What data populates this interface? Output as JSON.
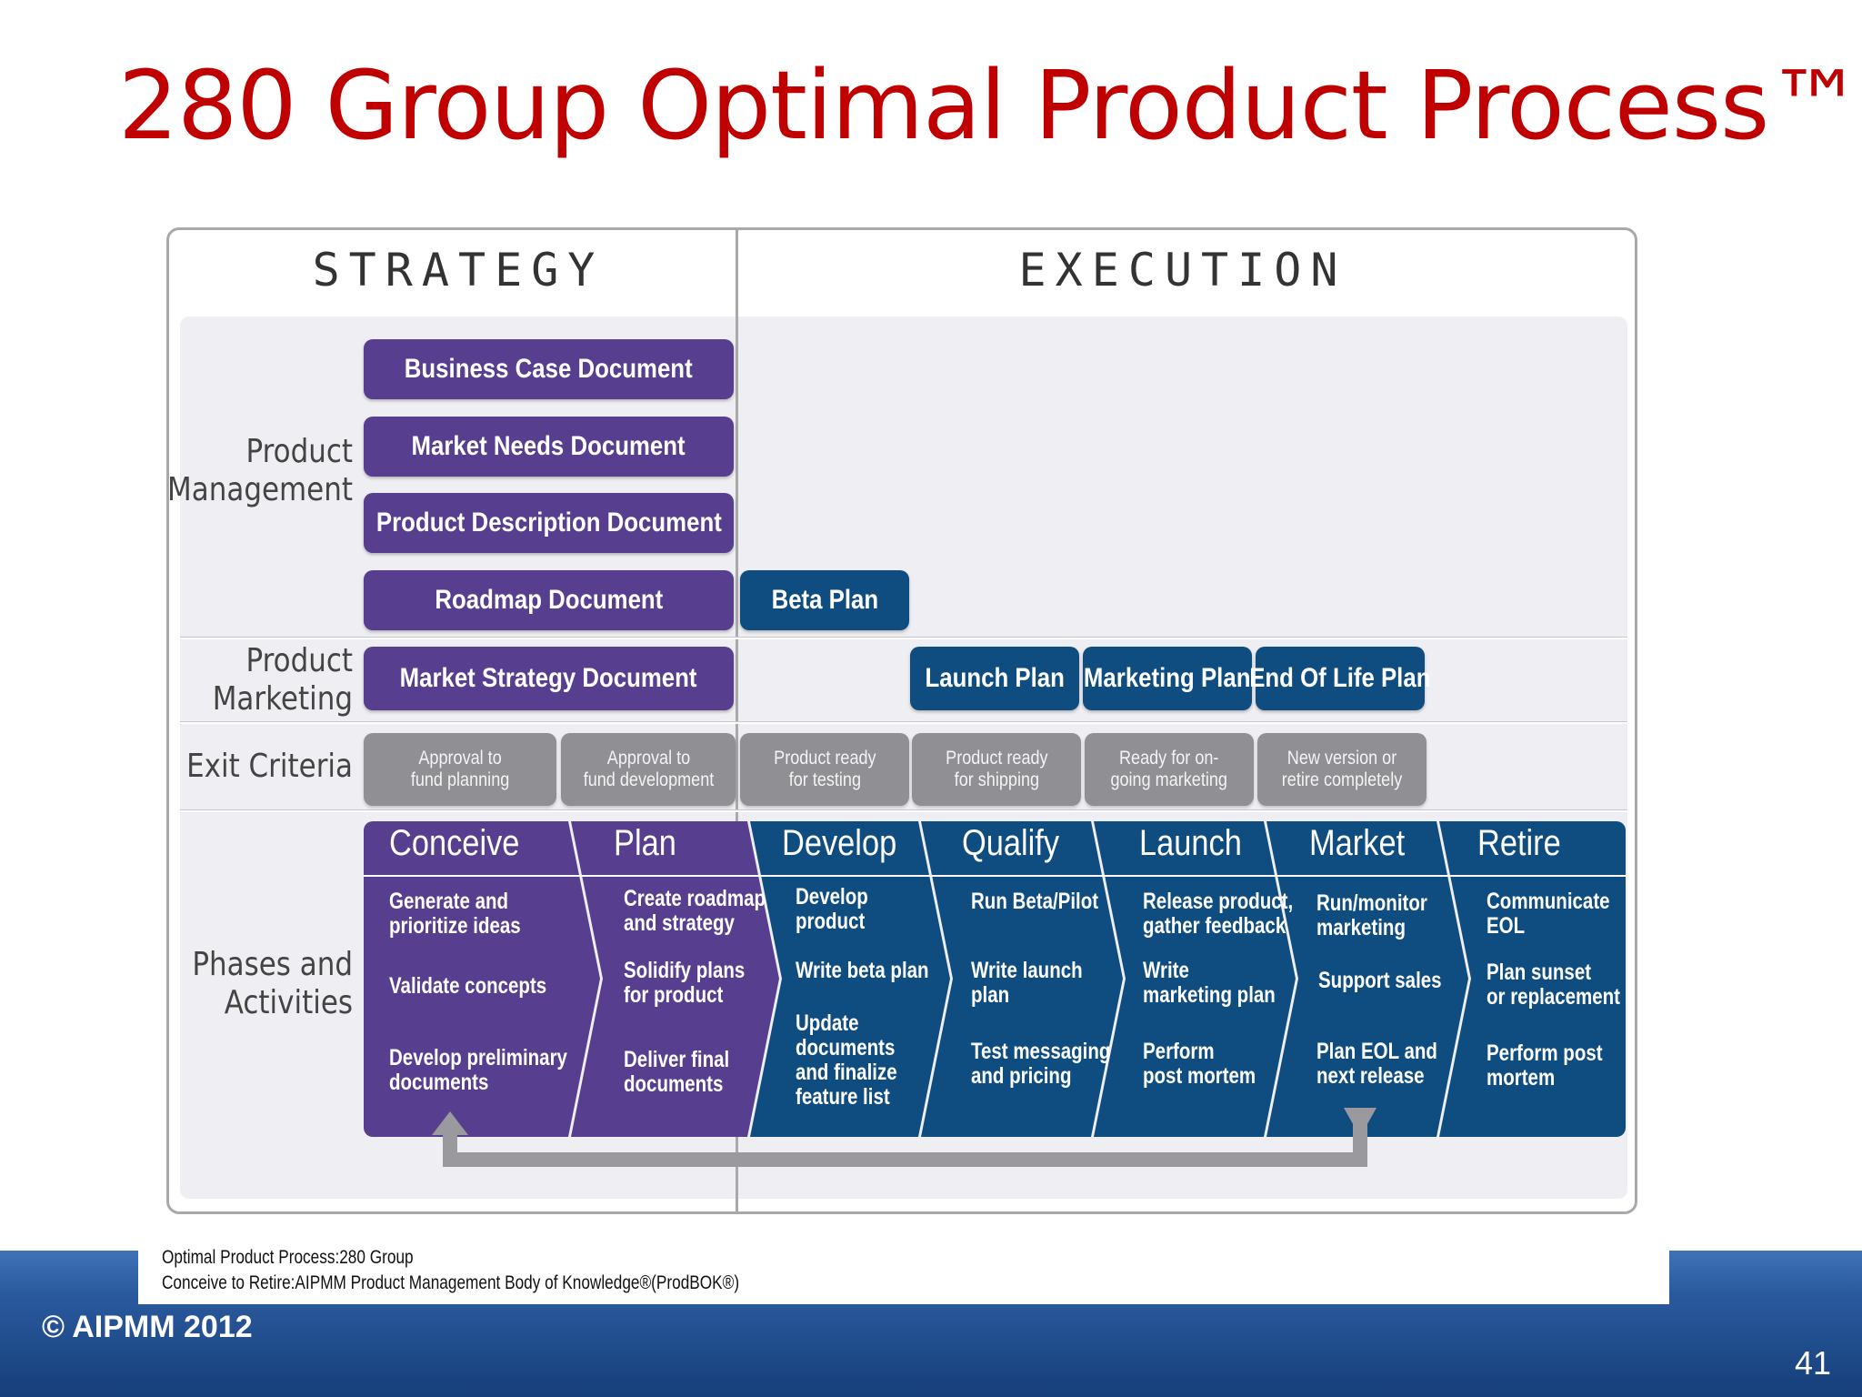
{
  "title": "280 Group Optimal Product Process™",
  "headings": {
    "strategy": "STRATEGY",
    "execution": "EXECUTION"
  },
  "row_labels": {
    "product_management": "Product\nManagement",
    "product_marketing": "Product\nMarketing",
    "exit_criteria": "Exit Criteria",
    "phases": "Phases and\nActivities"
  },
  "documents": {
    "business_case": "Business Case Document",
    "market_needs": "Market Needs Document",
    "product_description": "Product Description Document",
    "roadmap": "Roadmap Document",
    "market_strategy": "Market Strategy Document",
    "beta_plan": "Beta Plan",
    "launch_plan": "Launch Plan",
    "marketing_plan": "Marketing Plan",
    "end_of_life_plan": "End Of Life Plan"
  },
  "exit_criteria": [
    "Approval to\nfund planning",
    "Approval to\nfund development",
    "Product ready\nfor testing",
    "Product ready\nfor shipping",
    "Ready for on-\ngoing marketing",
    "New version or\nretire completely"
  ],
  "phases": [
    {
      "name": "Conceive",
      "color": "#583e8f",
      "activities": [
        "Generate and\nprioritize ideas",
        "Validate concepts",
        "Develop preliminary\ndocuments"
      ]
    },
    {
      "name": "Plan",
      "color": "#583e8f",
      "activities": [
        "Create roadmap\nand strategy",
        "Solidify plans\nfor product",
        "Deliver final\ndocuments"
      ]
    },
    {
      "name": "Develop",
      "color": "#0f4d80",
      "activities": [
        "Develop\nproduct",
        "Write beta plan",
        "Update\ndocuments\nand finalize\nfeature list"
      ]
    },
    {
      "name": "Qualify",
      "color": "#0f4d80",
      "activities": [
        "Run Beta/Pilot",
        "Write launch\nplan",
        "Test messaging\nand pricing"
      ]
    },
    {
      "name": "Launch",
      "color": "#0f4d80",
      "activities": [
        "Release product,\ngather feedback",
        "Write\nmarketing plan",
        "Perform\npost mortem"
      ]
    },
    {
      "name": "Market",
      "color": "#0f4d80",
      "activities": [
        "Run/monitor\nmarketing",
        "Support sales",
        "Plan EOL and\nnext release"
      ]
    },
    {
      "name": "Retire",
      "color": "#0f4d80",
      "activities": [
        "Communicate\nEOL",
        "Plan sunset\nor replacement",
        "Perform post\nmortem"
      ]
    }
  ],
  "citation": {
    "line1": "Optimal Product Process:280 Group",
    "line2": "Conceive to Retire:AIPMM Product Management Body of Knowledge®(ProdBOK®)"
  },
  "footer": {
    "copyright": "© AIPMM 2012",
    "page_number": "41"
  },
  "colors": {
    "title": "#c00000",
    "strategy_purple": "#583e8f",
    "execution_navy": "#0f4d80",
    "exit_gray": "#8f8f94",
    "footer_blue": "#2a5a9e"
  }
}
